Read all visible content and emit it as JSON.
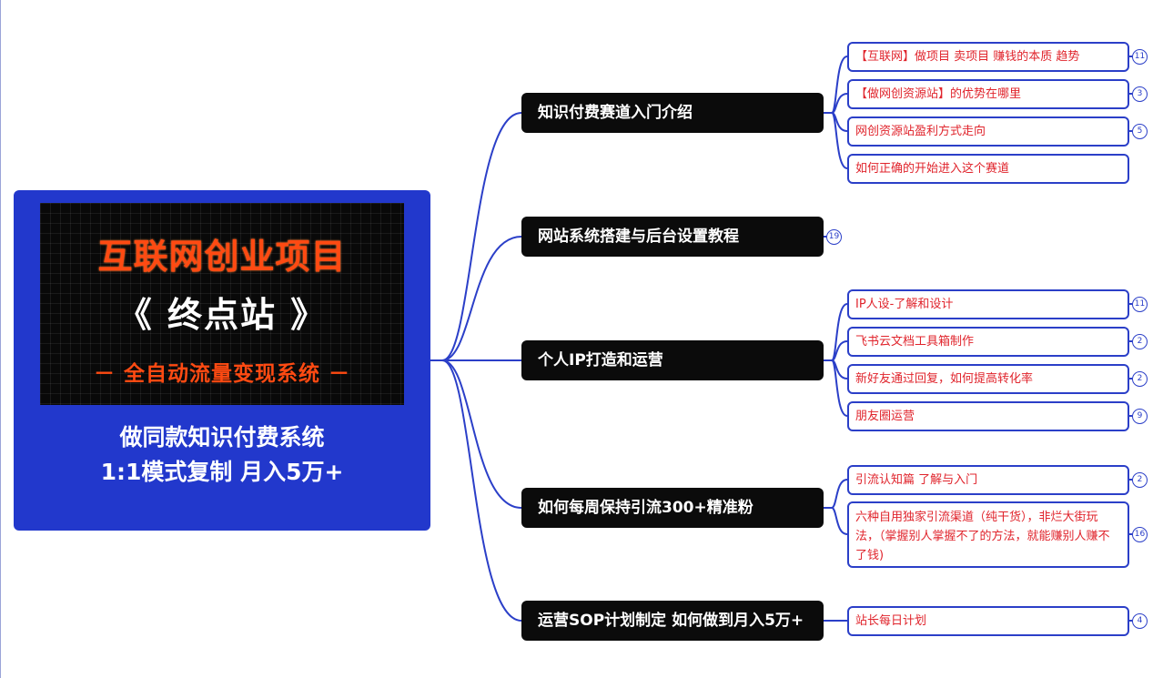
{
  "root": {
    "banner_line1": "互联网创业项目",
    "banner_line2": "《 终点站 》",
    "banner_line3": "－ 全自动流量变现系统 －",
    "subtitle1": "做同款知识付费系统",
    "subtitle2": "1:1模式复制  月入5万+"
  },
  "branches": [
    {
      "label": "知识付费赛道入门介绍",
      "badge": "",
      "leaves": [
        {
          "label": "【互联网】做项目 卖项目 赚钱的本质 趋势",
          "badge": "11"
        },
        {
          "label": "【做网创资源站】的优势在哪里",
          "badge": "3"
        },
        {
          "label": "网创资源站盈利方式走向",
          "badge": "5"
        },
        {
          "label": "如何正确的开始进入这个赛道",
          "badge": ""
        }
      ]
    },
    {
      "label": "网站系统搭建与后台设置教程",
      "badge": "19",
      "leaves": []
    },
    {
      "label": "个人IP打造和运营",
      "badge": "",
      "leaves": [
        {
          "label": "IP人设-了解和设计",
          "badge": "11"
        },
        {
          "label": "飞书云文档工具箱制作",
          "badge": "2"
        },
        {
          "label": "新好友通过回复，如何提高转化率",
          "badge": "2"
        },
        {
          "label": "朋友圈运营",
          "badge": "9"
        }
      ]
    },
    {
      "label": "如何每周保持引流300+精准粉",
      "badge": "",
      "leaves": [
        {
          "label": "引流认知篇  了解与入门",
          "badge": "2"
        },
        {
          "label": "六种自用独家引流渠道（纯干货），非烂大街玩法，（掌握别人掌握不了的方法，就能赚别人赚不了钱)",
          "badge": "16"
        }
      ]
    },
    {
      "label": "运营SOP计划制定 如何做到月入5万+",
      "badge": "",
      "leaves": [
        {
          "label": "站长每日计划",
          "badge": "4"
        }
      ]
    }
  ],
  "colors": {
    "root_bg": "#2238cc",
    "branch_bg": "#0b0b0b",
    "connector": "#2b3fc8",
    "leaf_text": "#e0242c",
    "banner_accent": "#ff4a12"
  }
}
